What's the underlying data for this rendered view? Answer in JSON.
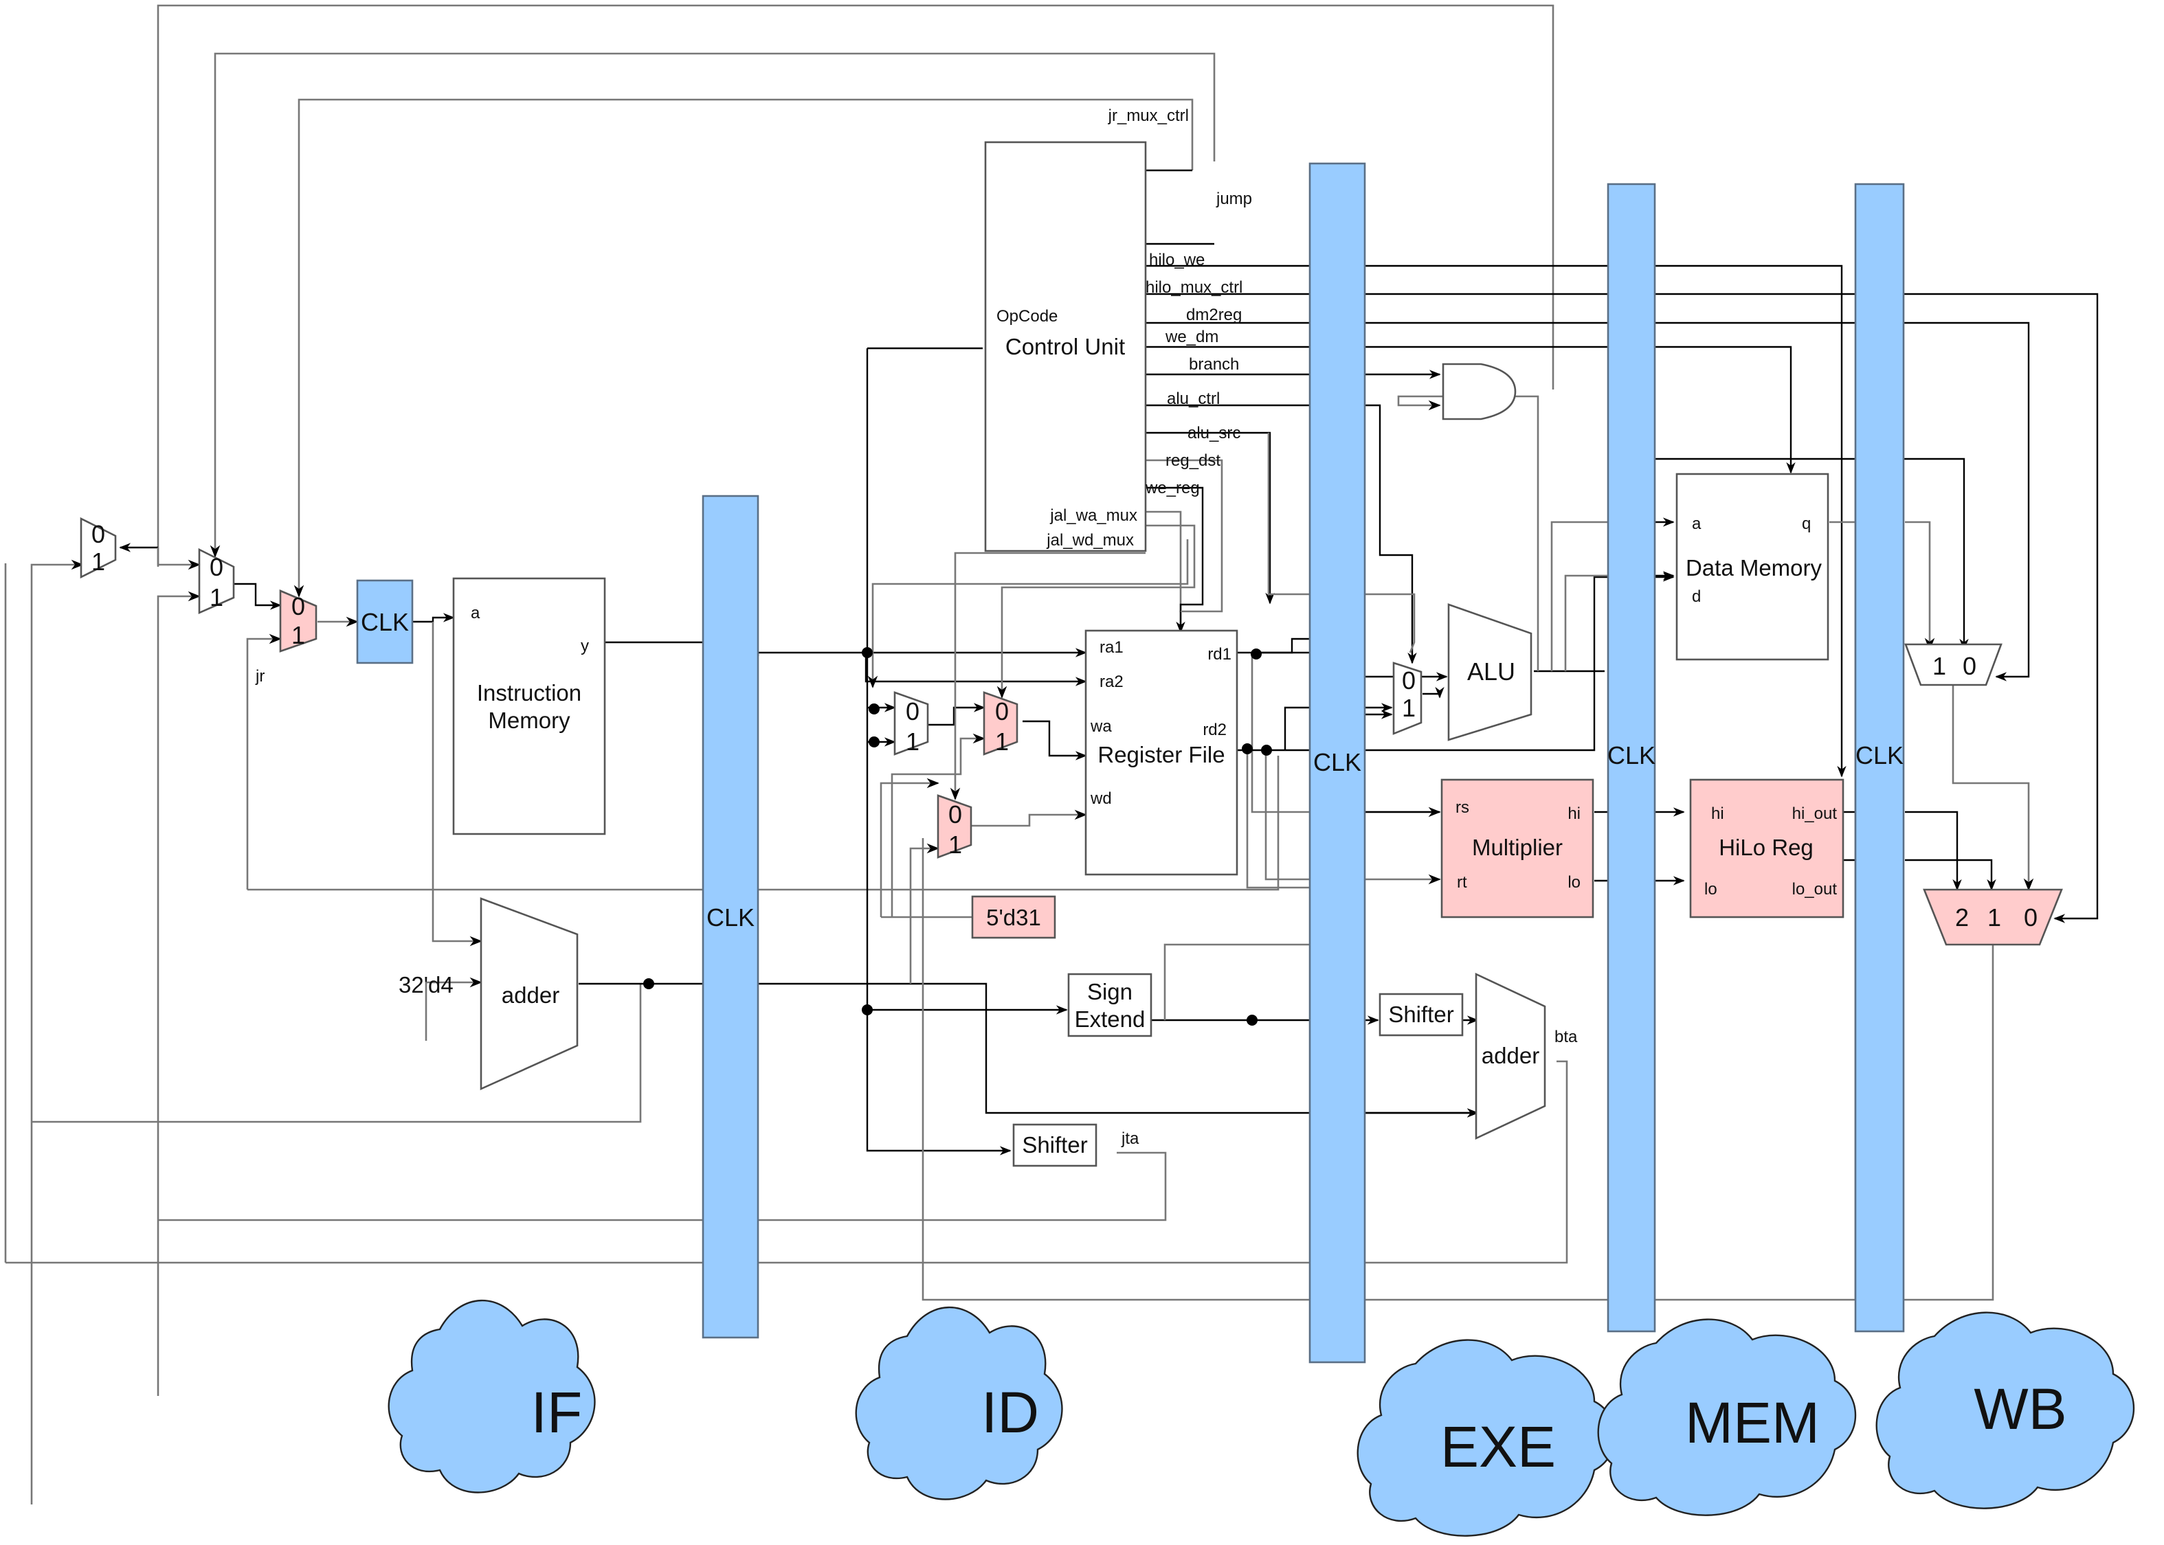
{
  "diagram": {
    "type": "pipelined-datapath",
    "stages": [
      {
        "id": "if",
        "label": "IF"
      },
      {
        "id": "id",
        "label": "ID"
      },
      {
        "id": "exe",
        "label": "EXE"
      },
      {
        "id": "mem",
        "label": "MEM"
      },
      {
        "id": "wb",
        "label": "WB"
      }
    ],
    "pipeline_registers": {
      "pc_reg": "CLK",
      "if_id": "CLK",
      "id_exe": "CLK",
      "exe_mem": "CLK",
      "mem_wb": "CLK"
    },
    "blocks": {
      "instruction_memory": {
        "title_line1": "Instruction",
        "title_line2": "Memory",
        "port_a": "a",
        "port_y": "y"
      },
      "pc_adder": {
        "label": "adder",
        "const": "32'd4"
      },
      "control_unit": {
        "title": "Control Unit",
        "input": "OpCode"
      },
      "register_file": {
        "title": "Register File",
        "ports": {
          "ra1": "ra1",
          "ra2": "ra2",
          "wa": "wa",
          "wd": "wd",
          "rd1": "rd1",
          "rd2": "rd2"
        }
      },
      "sign_extend": {
        "line1": "Sign",
        "line2": "Extend"
      },
      "jump_shifter": {
        "label": "Shifter",
        "out": "jta"
      },
      "branch_shifter": {
        "label": "Shifter"
      },
      "branch_adder": {
        "label": "adder",
        "out": "bta"
      },
      "const_31": {
        "label": "5'd31"
      },
      "alu": {
        "label": "ALU"
      },
      "multiplier": {
        "title": "Multiplier",
        "ports": {
          "rs": "rs",
          "rt": "rt",
          "hi": "hi",
          "lo": "lo"
        }
      },
      "data_memory": {
        "title": "Data Memory",
        "ports": {
          "a": "a",
          "d": "d",
          "q": "q"
        }
      },
      "hilo_reg": {
        "title": "HiLo Reg",
        "ports": {
          "hi": "hi",
          "lo": "lo",
          "hi_out": "hi_out",
          "lo_out": "lo_out"
        }
      }
    },
    "control_signals": [
      "jr_mux_ctrl",
      "jump",
      "hilo_we",
      "hilo_mux_ctrl",
      "dm2reg",
      "we_dm",
      "branch",
      "alu_ctrl",
      "alu_src",
      "reg_dst",
      "we_reg",
      "jal_wa_mux",
      "jal_wd_mux"
    ],
    "signal_labels": {
      "jr": "jr",
      "jta": "jta",
      "bta": "bta"
    },
    "mux_labels": {
      "in0": "0",
      "in1": "1",
      "in2": "2"
    }
  }
}
